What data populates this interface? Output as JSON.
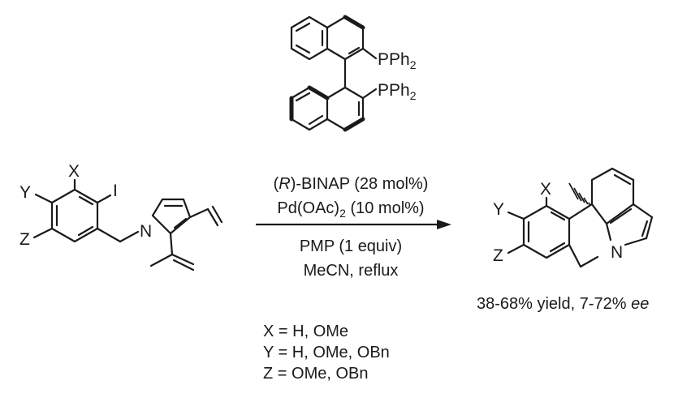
{
  "ligand": {
    "pph2_top": "PPh",
    "pph2_bottom": "PPh",
    "subscript": "2"
  },
  "conditions": {
    "binap_prefix": "(",
    "binap_r": "R",
    "binap_rest": ")-BINAP (28 mol%)",
    "pd_main": "Pd(OAc)",
    "pd_sub": "2",
    "pd_rest": " (10 mol%)",
    "pmp": "PMP (1 equiv)",
    "solvent": "MeCN, reflux"
  },
  "reactant": {
    "x": "X",
    "y": "Y",
    "z": "Z",
    "iodo": "I",
    "n": "N"
  },
  "product": {
    "x": "X",
    "y": "Y",
    "z": "Z",
    "n": "N",
    "yield_text": "38-68% yield, 7-72% ",
    "ee": "ee"
  },
  "substituents": {
    "x_line": "X = H, OMe",
    "y_line": "Y = H, OMe, OBn",
    "z_line": "Z = OMe, OBn"
  }
}
